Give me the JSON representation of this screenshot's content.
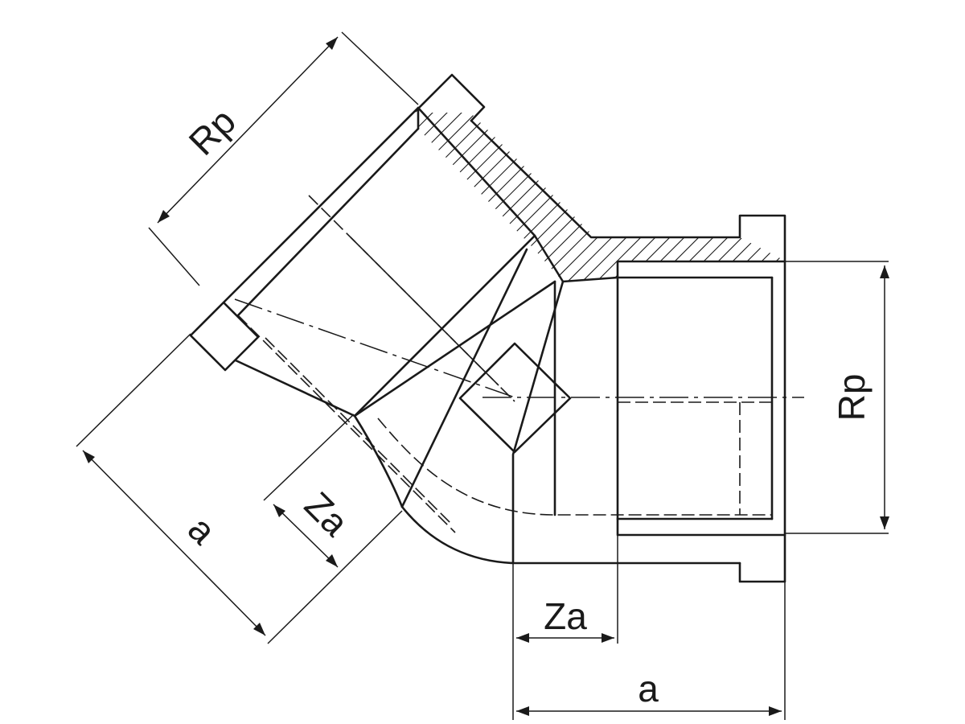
{
  "labels": {
    "rp_top": "Rp",
    "rp_right": "Rp",
    "za_left": "Za",
    "za_bottom": "Za",
    "a_left": "a",
    "a_bottom": "a"
  }
}
